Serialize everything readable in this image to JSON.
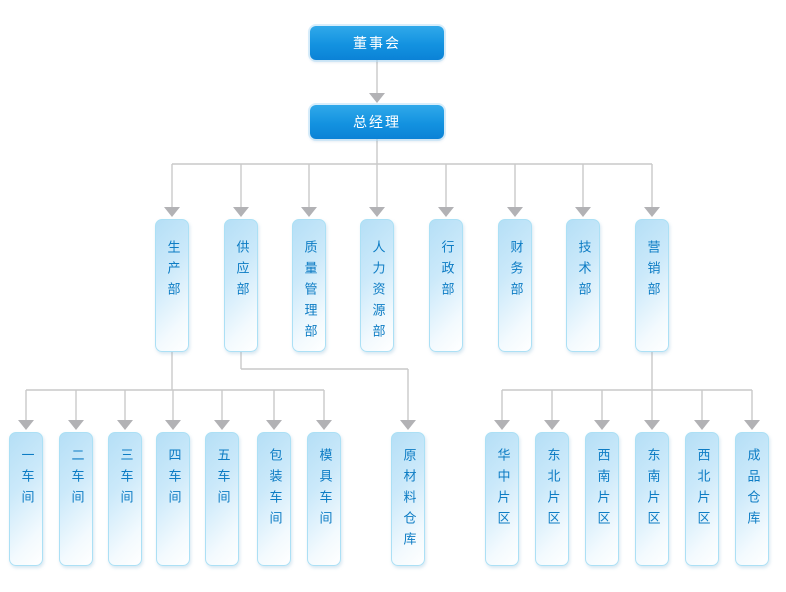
{
  "palette": {
    "background": "#ffffff",
    "button_blue_top": "#30a9ea",
    "button_blue_bottom": "#0b82d6",
    "button_text": "#ffffff",
    "node_fill_start": "#b5dff6",
    "node_fill_end": "#ffffff",
    "node_border": "#ace0f5",
    "node_text": "#0d7cc4",
    "connector_line": "#c9c9c9",
    "connector_arrow": "#b2b2b5"
  },
  "org": {
    "root": {
      "name": "board-of-directors",
      "label": "董事会"
    },
    "general_manager": {
      "name": "general-manager",
      "label": "总经理"
    },
    "departments": [
      {
        "name": "dept-production",
        "label": "生产部"
      },
      {
        "name": "dept-supply",
        "label": "供应部"
      },
      {
        "name": "dept-quality-management",
        "label": "质量管理部"
      },
      {
        "name": "dept-human-resources",
        "label": "人力资源部"
      },
      {
        "name": "dept-administration",
        "label": "行政部"
      },
      {
        "name": "dept-finance",
        "label": "财务部"
      },
      {
        "name": "dept-technology",
        "label": "技术部"
      },
      {
        "name": "dept-marketing",
        "label": "营销部"
      }
    ],
    "production_children": [
      {
        "name": "workshop-1",
        "label": "一车间"
      },
      {
        "name": "workshop-2",
        "label": "二车间"
      },
      {
        "name": "workshop-3",
        "label": "三车间"
      },
      {
        "name": "workshop-4",
        "label": "四车间"
      },
      {
        "name": "workshop-5",
        "label": "五车间"
      },
      {
        "name": "workshop-packaging",
        "label": "包装车间"
      },
      {
        "name": "workshop-mold",
        "label": "模具车间"
      }
    ],
    "supply_children": [
      {
        "name": "raw-material-warehouse",
        "label": "原材料仓库"
      }
    ],
    "marketing_children": [
      {
        "name": "region-central-china",
        "label": "华中片区"
      },
      {
        "name": "region-northeast",
        "label": "东北片区"
      },
      {
        "name": "region-southwest",
        "label": "西南片区"
      },
      {
        "name": "region-southeast",
        "label": "东南片区"
      },
      {
        "name": "region-northwest",
        "label": "西北片区"
      },
      {
        "name": "finished-goods-warehouse",
        "label": "成品仓库"
      }
    ]
  }
}
